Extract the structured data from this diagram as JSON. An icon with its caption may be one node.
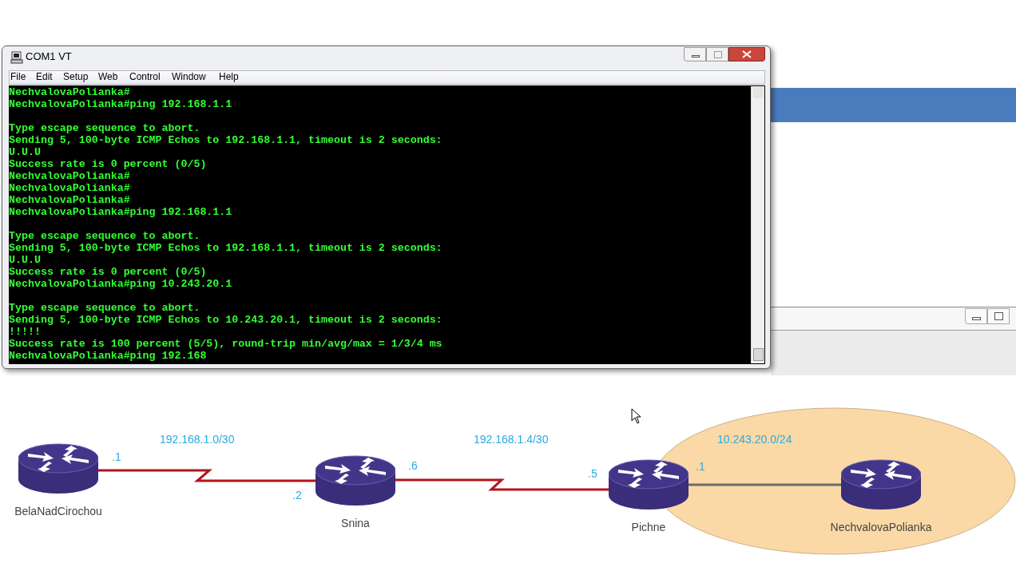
{
  "diagram": {
    "nodes": [
      {
        "text": [
          "BelaNadCirochou"
        ]
      },
      {
        "text": [
          "Snina"
        ]
      },
      {
        "text": [
          "10.243.20.0/24"
        ]
      },
      {
        "text": [
          "Pichne"
        ]
      },
      {
        "text": [
          "NechvalovaPolianka"
        ],
        "in": 2
      }
    ],
    "edges": [
      {
        "from": 0,
        "to": 1,
        "arrow": "none",
        "label": "192.168.1.0/30"
      },
      {
        "from": 1,
        "to": 3,
        "arrow": "none",
        "label": "192.168.1.4/30"
      },
      {
        "from": 3,
        "to": 4,
        "arrow": "none",
        "color": "#6b6b6b"
      }
    ],
    "labels": [
      "COM1 VT",
      "File",
      "Edit",
      "Setup",
      "Web",
      "Control",
      "Window",
      "Help",
      "NechvalovaPolianka#",
      "NechvalovaPolianka#ping 192.168.1.1",
      "Type escape sequence to abort.",
      "Sending 5, 100-byte ICMP Echos to 192.168.1.1, timeout is 2 seconds:",
      "U.U.U",
      "Success rate is 0 percent (0/5)",
      "NechvalovaPolianka#",
      "NechvalovaPolianka#",
      "NechvalovaPolianka#",
      "NechvalovaPolianka#ping 192.168.1.1",
      "Type escape sequence to abort.",
      "Sending 5, 100-byte ICMP Echos to 192.168.1.1, timeout is 2 seconds:",
      "U.U.U",
      "Success rate is 0 percent (0/5)",
      "NechvalovaPolianka#ping 10.243.20.1",
      "Type escape sequence to abort.",
      "Sending 5, 100-byte ICMP Echos to 10.243.20.1, timeout is 2 seconds:",
      "!!!!!",
      "Success rate is 100 percent (5/5), round-trip min/avg/max = 1/3/4 ms",
      "NechvalovaPolianka#ping 192.168",
      ".1",
      ".2",
      ".6",
      ".5",
      ".1"
    ]
  }
}
